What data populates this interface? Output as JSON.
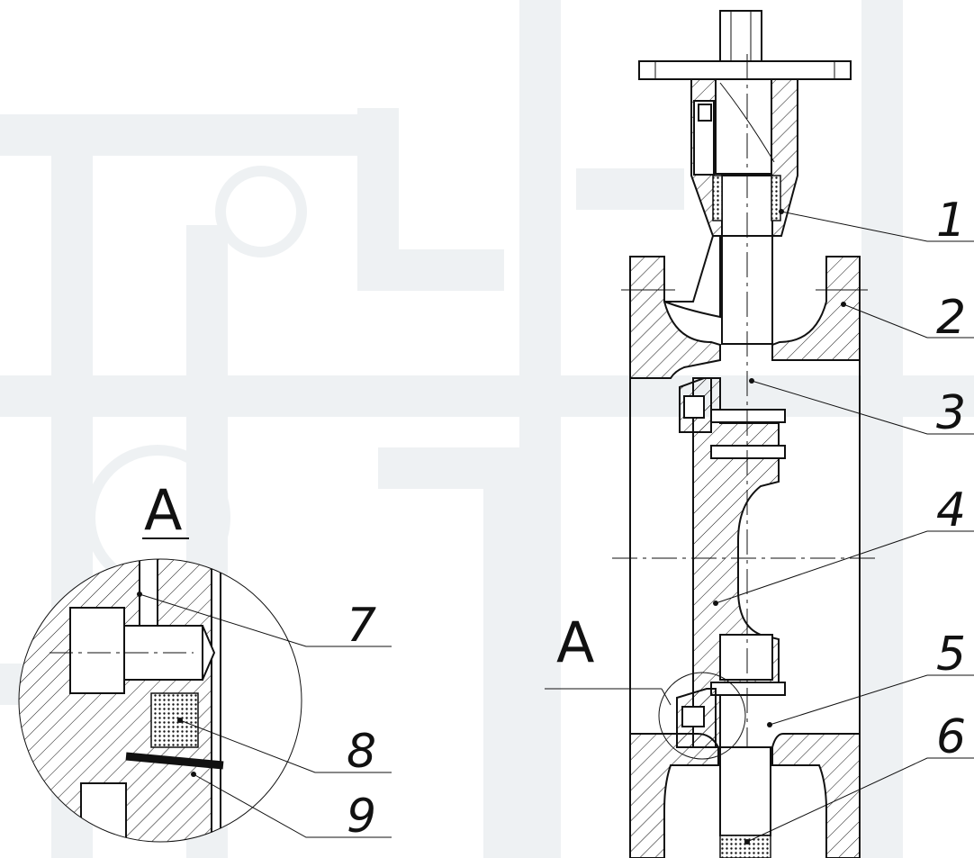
{
  "labels": {
    "p1": "1",
    "p2": "2",
    "p3": "3",
    "p4": "4",
    "p5": "5",
    "p6": "6",
    "p7": "7",
    "p8": "8",
    "p9": "9"
  },
  "detail": {
    "view_letter": "A",
    "callout_letter": "A"
  },
  "colors": {
    "line": "#111111",
    "background": "#ffffff",
    "background_pipes": "#eef1f3"
  }
}
